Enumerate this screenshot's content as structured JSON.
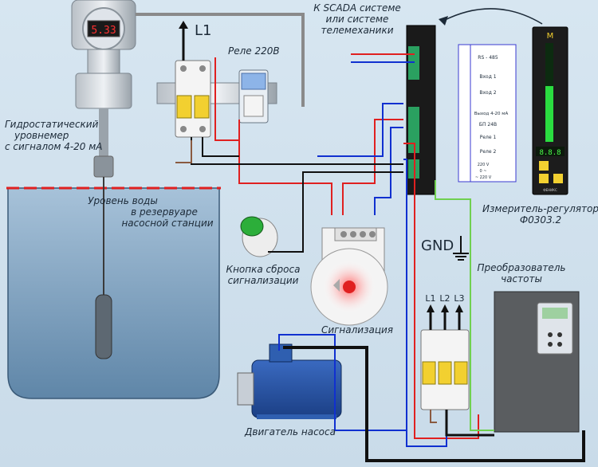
{
  "labels": {
    "level_meter": [
      "Гидростатический",
      "уровнемер",
      "с сигналом 4-20 мА"
    ],
    "water_level": [
      "Уровень воды",
      "в резервуаре",
      "насосной станции"
    ],
    "scada": [
      "К SCADA системе",
      "или системе",
      "телемеханики"
    ],
    "relay": "Реле 220В",
    "l1": "L1",
    "gnd": "GND",
    "reset_button": [
      "Кнопка сброса",
      "сигнализации"
    ],
    "alarm": "Сигнализация",
    "motor": "Двигатель насоса",
    "regulator": [
      "Измеритель-регулятор",
      "Ф0303.2"
    ],
    "converter": [
      "Преобразователь",
      "частоты"
    ],
    "phases": [
      "L1",
      "L2",
      "L3"
    ]
  },
  "sensor": {
    "display": "5.33"
  },
  "terminal_legend": {
    "rows": [
      "RS - 485",
      "Вход 1",
      "Вход 2",
      "Выход 4-20 мА",
      "БП 24В",
      "Реле 1",
      "Реле 2"
    ],
    "power": [
      "220 V",
      "0 ~",
      "~ 220 V"
    ]
  },
  "regulator_panel": {
    "brand": "М",
    "readout": "8.8.8",
    "bottom": "ФЕНИКС"
  },
  "colors": {
    "wire_red": "#e02020",
    "wire_blue": "#1030d0",
    "wire_black": "#101010",
    "wire_gray": "#8a8a8a",
    "wire_green": "#70d050",
    "wire_brown": "#8a5a40",
    "water": "#7aa0c0",
    "terminal_green": "#2aa060"
  }
}
